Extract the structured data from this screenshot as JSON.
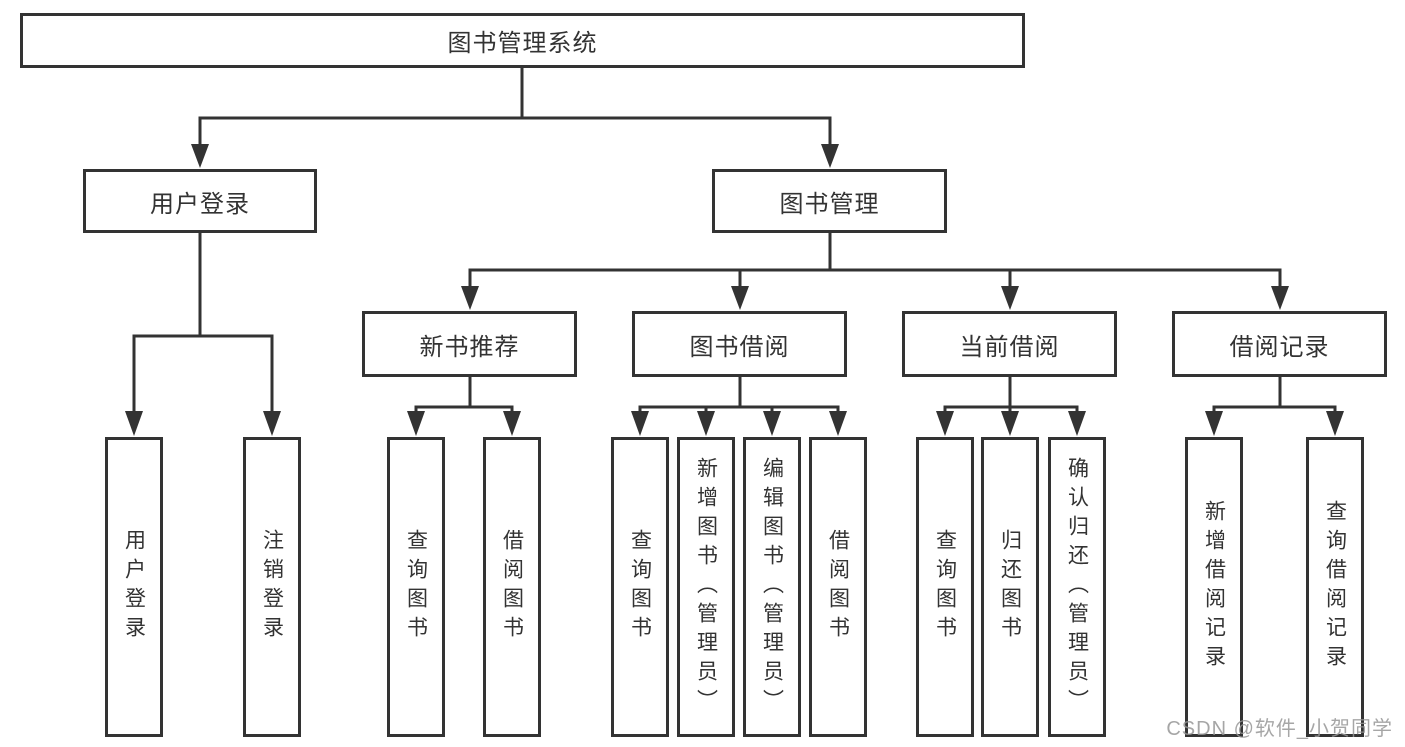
{
  "nodes": {
    "root": "图书管理系统",
    "level2": [
      "用户登录",
      "图书管理"
    ],
    "level3": [
      "新书推荐",
      "图书借阅",
      "当前借阅",
      "借阅记录"
    ],
    "leaves": [
      "用户登录",
      "注销登录",
      "查询图书",
      "借阅图书",
      "查询图书",
      "新增图书（管理员）",
      "编辑图书（管理员）",
      "借阅图书",
      "查询图书",
      "归还图书",
      "确认归还（管理员）",
      "新增借阅记录",
      "查询借阅记录"
    ]
  },
  "watermark": {
    "text": "CSDN @软件_小贺同学"
  },
  "colors": {
    "line": "#333333",
    "text": "#333333",
    "box_background": "#ffffff",
    "page_background": "#ffffff",
    "watermark": "#969696"
  }
}
